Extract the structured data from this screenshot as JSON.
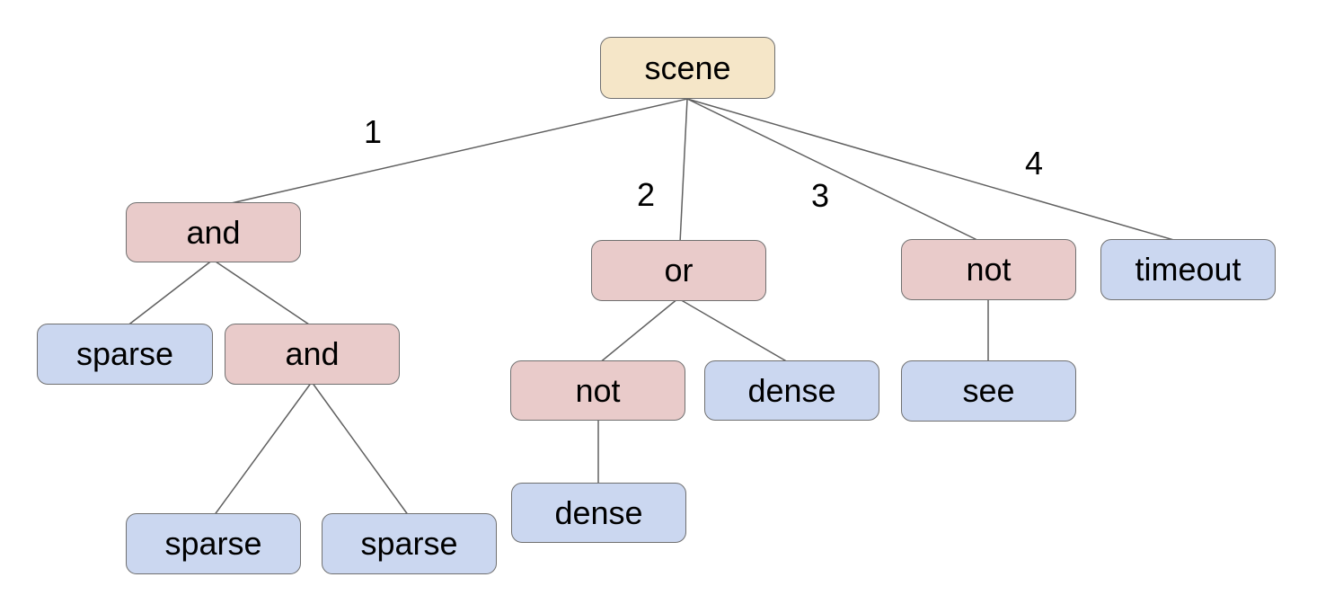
{
  "diagram": {
    "type": "tree",
    "background": "#ffffff",
    "colors": {
      "root_fill": "#f5e6c8",
      "operator_fill": "#e9cbca",
      "leaf_fill": "#cbd7f0",
      "node_border": "#707070",
      "edge_line": "#606060",
      "text": "#000000"
    },
    "nodes": [
      {
        "id": "scene",
        "label": "scene",
        "kind": "root"
      },
      {
        "id": "and-1",
        "label": "and",
        "kind": "operator"
      },
      {
        "id": "sparse-1",
        "label": "sparse",
        "kind": "leaf"
      },
      {
        "id": "and-2",
        "label": "and",
        "kind": "operator"
      },
      {
        "id": "sparse-2",
        "label": "sparse",
        "kind": "leaf"
      },
      {
        "id": "sparse-3",
        "label": "sparse",
        "kind": "leaf"
      },
      {
        "id": "or-1",
        "label": "or",
        "kind": "operator"
      },
      {
        "id": "not-1",
        "label": "not",
        "kind": "operator"
      },
      {
        "id": "dense-1",
        "label": "dense",
        "kind": "leaf"
      },
      {
        "id": "dense-2",
        "label": "dense",
        "kind": "leaf"
      },
      {
        "id": "not-2",
        "label": "not",
        "kind": "operator"
      },
      {
        "id": "see",
        "label": "see",
        "kind": "leaf"
      },
      {
        "id": "timeout",
        "label": "timeout",
        "kind": "leaf"
      }
    ],
    "edges": [
      {
        "from": "scene",
        "to": "and-1",
        "label": "1"
      },
      {
        "from": "scene",
        "to": "or-1",
        "label": "2"
      },
      {
        "from": "scene",
        "to": "not-2",
        "label": "3"
      },
      {
        "from": "scene",
        "to": "timeout",
        "label": "4"
      },
      {
        "from": "and-1",
        "to": "sparse-1",
        "label": ""
      },
      {
        "from": "and-1",
        "to": "and-2",
        "label": ""
      },
      {
        "from": "and-2",
        "to": "sparse-2",
        "label": ""
      },
      {
        "from": "and-2",
        "to": "sparse-3",
        "label": ""
      },
      {
        "from": "or-1",
        "to": "not-1",
        "label": ""
      },
      {
        "from": "or-1",
        "to": "dense-1",
        "label": ""
      },
      {
        "from": "not-1",
        "to": "dense-2",
        "label": ""
      },
      {
        "from": "not-2",
        "to": "see",
        "label": ""
      }
    ]
  }
}
